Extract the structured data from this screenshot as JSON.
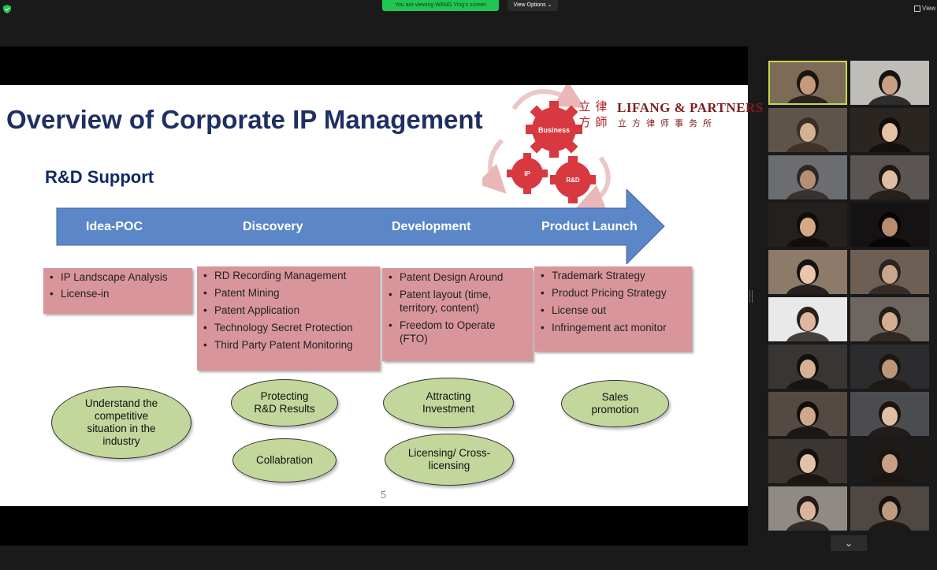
{
  "topbar": {
    "banner": "You are viewing WANG Ying's screen",
    "view_options": "View Options ⌄",
    "view_right": "View"
  },
  "slide": {
    "title": "Overview of Corporate IP Management",
    "subtitle": "R&D Support",
    "gears": [
      "Business",
      "IP",
      "R&D"
    ],
    "logo": {
      "chars": [
        "立",
        "律",
        "方",
        "師"
      ],
      "name": "LIFANG & PARTNERS",
      "cn_sub": "立方律师事务所"
    },
    "stages": [
      "Idea-POC",
      "Discovery",
      "Development",
      "Product Launch"
    ],
    "boxes": [
      [
        "IP Landscape Analysis",
        "License-in"
      ],
      [
        "RD Recording Management",
        "Patent Mining",
        "Patent Application",
        "Technology Secret Protection",
        "Third Party Patent Monitoring"
      ],
      [
        "Patent Design Around",
        "Patent layout (time, territory, content)",
        "Freedom to Operate (FTO)"
      ],
      [
        "Trademark Strategy",
        "Product Pricing Strategy",
        "License out",
        "Infringement act monitor"
      ]
    ],
    "ovals": {
      "o1": "Understand the competitive situation in the industry",
      "o2": "Protecting R&D Results",
      "o3": "Collabration",
      "o4": "Attracting Investment",
      "o5": "Licensing/ Cross-licensing",
      "o6": "Sales promotion"
    },
    "page_number": "5"
  },
  "gallery": {
    "scroll_icon": "⌄",
    "tiles": [
      {
        "bg": "#7d6a57",
        "face": "#c49a7a",
        "hair": "#1b1511"
      },
      {
        "bg": "#bfbdb8",
        "face": "#caa082",
        "hair": "#141414"
      },
      {
        "bg": "#5e544a",
        "face": "#d3b294",
        "hair": "#3a2d22"
      },
      {
        "bg": "#2b2522",
        "face": "#e5c1a5",
        "hair": "#120d0b"
      },
      {
        "bg": "#6c6d70",
        "face": "#b58f73",
        "hair": "#2d2825"
      },
      {
        "bg": "#5a5553",
        "face": "#e0bca0",
        "hair": "#1e1712"
      },
      {
        "bg": "#24201d",
        "face": "#d6a984",
        "hair": "#0f0c0a"
      },
      {
        "bg": "#141212",
        "face": "#b88d6e",
        "hair": "#050505"
      },
      {
        "bg": "#8d7a69",
        "face": "#e9c6ab",
        "hair": "#151110"
      },
      {
        "bg": "#6e5f55",
        "face": "#c9a58c",
        "hair": "#2b231e"
      },
      {
        "bg": "#e9e9ea",
        "face": "#dfb79e",
        "hair": "#2a211b"
      },
      {
        "bg": "#6d6660",
        "face": "#d3ae92",
        "hair": "#261d16"
      },
      {
        "bg": "#383532",
        "face": "#d8b194",
        "hair": "#120f0d"
      },
      {
        "bg": "#2c2c2e",
        "face": "#bf957a",
        "hair": "#1a1614"
      },
      {
        "bg": "#544a43",
        "face": "#cfa88b",
        "hair": "#110e0c"
      },
      {
        "bg": "#4b4c4f",
        "face": "#e1bfa5",
        "hair": "#1a1410"
      },
      {
        "bg": "#3c3632",
        "face": "#e2c2a8",
        "hair": "#14100d"
      },
      {
        "bg": "#1d1b1a",
        "face": "#c79f84",
        "hair": "#1b1512"
      },
      {
        "bg": "#8f8a84",
        "face": "#d9b59b",
        "hair": "#231b16"
      },
      {
        "bg": "#4e4742",
        "face": "#c09a80",
        "hair": "#16120f"
      }
    ]
  }
}
